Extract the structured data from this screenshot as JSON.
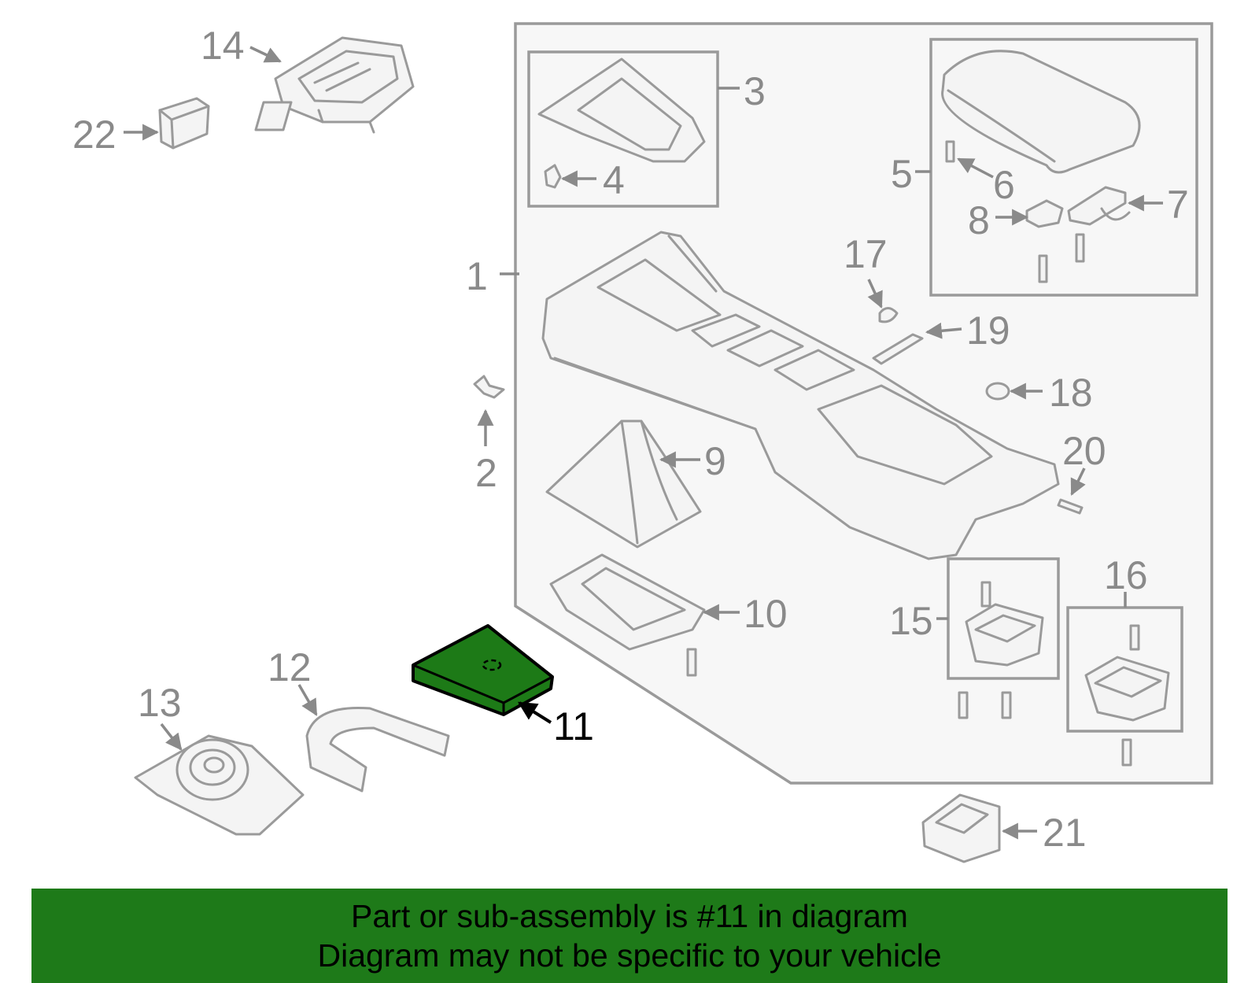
{
  "diagram": {
    "highlighted_part": "11",
    "highlight_color": "#1d7a17",
    "callouts": {
      "p1": "1",
      "p2": "2",
      "p3": "3",
      "p4": "4",
      "p5": "5",
      "p6": "6",
      "p7": "7",
      "p8": "8",
      "p9": "9",
      "p10": "10",
      "p11": "11",
      "p12": "12",
      "p13": "13",
      "p14": "14",
      "p15": "15",
      "p16": "16",
      "p17": "17",
      "p18": "18",
      "p19": "19",
      "p20": "20",
      "p21": "21",
      "p22": "22"
    }
  },
  "banner": {
    "line1": "Part or sub-assembly is #11 in diagram",
    "line2": "Diagram may not be specific to your vehicle",
    "background": "#1e7a19"
  }
}
